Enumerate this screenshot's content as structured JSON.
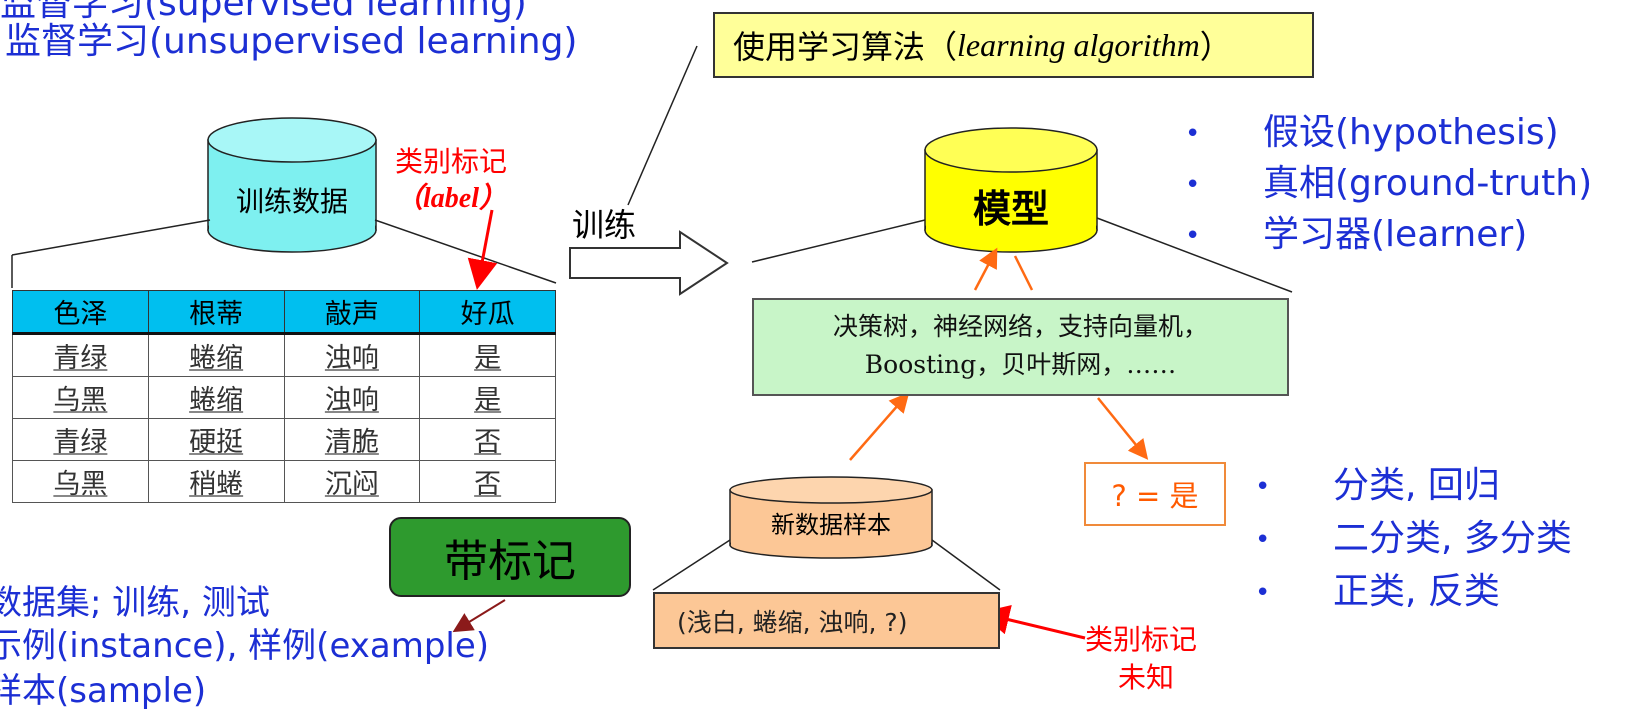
{
  "left_text": {
    "line1": "监督学习(supervised learning)",
    "line2": "监督学习(unsupervised learning)",
    "bottom1": "数据集; 训练, 测试",
    "bottom2": "示例(instance), 样例(example)",
    "bottom3": "样本(sample)"
  },
  "algo_box": {
    "prefix": "使用学习算法（",
    "term": "learning algorithm",
    "suffix": "）"
  },
  "training_data": {
    "cylinder_label": "训练数据",
    "label_note_line1": "类别标记",
    "label_note_line2": "（label）"
  },
  "table": {
    "headers": [
      "色泽",
      "根蒂",
      "敲声",
      "好瓜"
    ],
    "rows": [
      [
        "青绿",
        "蜷缩",
        "浊响",
        "是"
      ],
      [
        "乌黑",
        "蜷缩",
        "浊响",
        "是"
      ],
      [
        "青绿",
        "硬挺",
        "清脆",
        "否"
      ],
      [
        "乌黑",
        "稍蜷",
        "沉闷",
        "否"
      ]
    ]
  },
  "train_arrow_label": "训练",
  "model": {
    "cylinder_label": "模型",
    "types_line1": "决策树，神经网络，支持向量机，",
    "types_line2": "Boosting，贝叶斯网，……"
  },
  "model_terms": [
    "假设(hypothesis)",
    "真相(ground-truth)",
    "学习器(learner)"
  ],
  "answer": "? = 是",
  "task_terms": [
    "分类, 回归",
    "二分类, 多分类",
    "正类, 反类"
  ],
  "new_sample": {
    "cylinder_label": "新数据样本",
    "tuple": "(浅白, 蜷缩, 浊响, ?)",
    "unknown_line1": "类别标记",
    "unknown_line2": "未知"
  },
  "labeled_button": "带标记",
  "colors": {
    "blue_text": "#1c2fd4",
    "cyan_cylinder": "#7ef0f0",
    "yellow_cylinder": "#ffff00",
    "orange_arrow": "#ff6a13",
    "red": "#ff0000",
    "green_box": "#c8f5c8",
    "dark_green_button": "#2e9a2e"
  }
}
